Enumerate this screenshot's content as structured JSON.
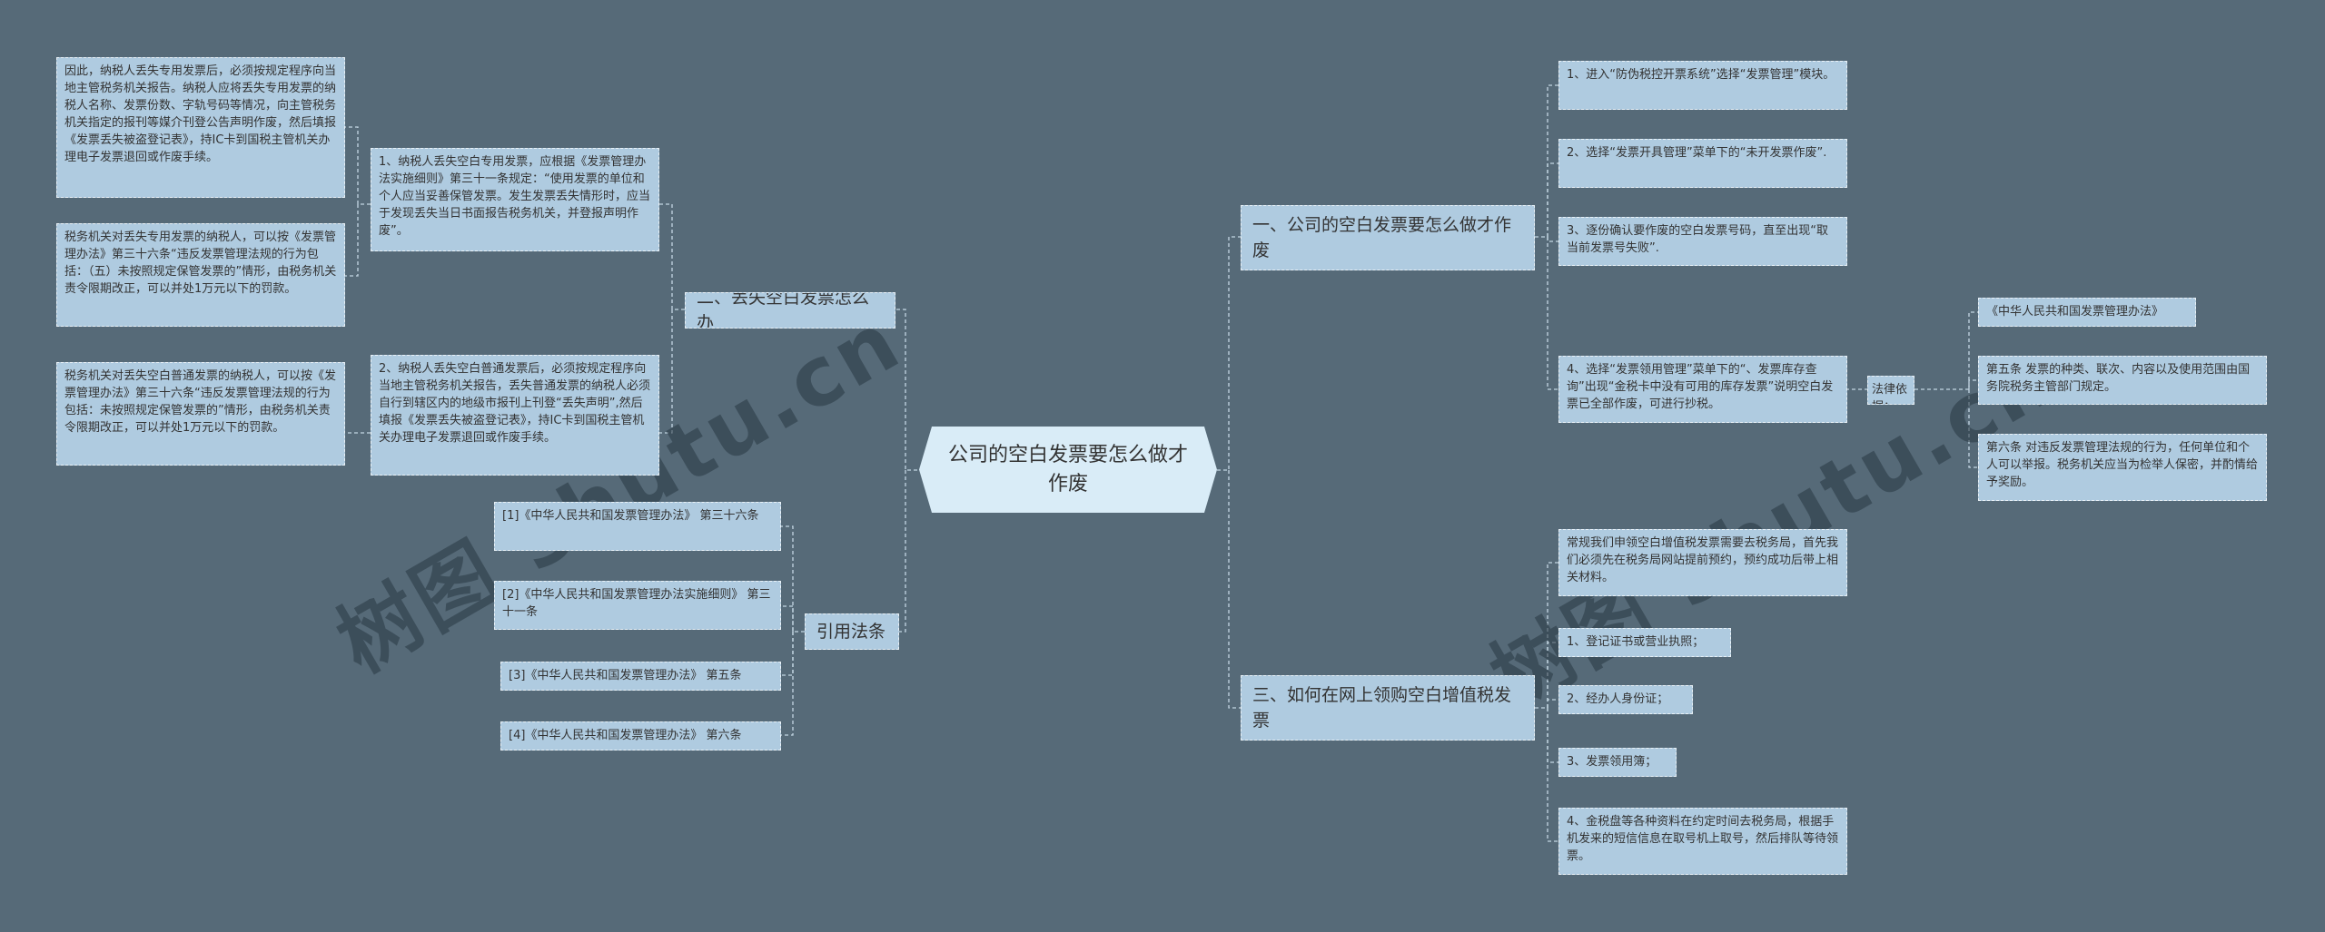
{
  "root": "公司的空白发票要怎么做才作废",
  "watermark": "树图 shutu.cn",
  "left": {
    "lost": {
      "label": "二、丢失空白发票怎么办",
      "item1": "1、纳税人丢失空白专用发票，应根据《发票管理办法实施细则》第三十一条规定：“使用发票的单位和个人应当妥善保管发票。发生发票丢失情形时，应当于发现丢失当日书面报告税务机关，并登报声明作废”。",
      "item1_note1": "因此，纳税人丢失专用发票后，必须按规定程序向当地主管税务机关报告。纳税人应将丢失专用发票的纳税人名称、发票份数、字轨号码等情况，向主管税务机关指定的报刊等媒介刊登公告声明作废，然后填报《发票丢失被盗登记表》，持IC卡到国税主管机关办理电子发票退回或作废手续。",
      "item1_note2": "税务机关对丢失专用发票的纳税人，可以按《发票管理办法》第三十六条“违反发票管理法规的行为包括：（五）未按照规定保管发票的”情形，由税务机关责令限期改正，可以并处1万元以下的罚款。",
      "item2": "2、纳税人丢失空白普通发票后，必须按规定程序向当地主管税务机关报告，丢失普通发票的纳税人必须自行到辖区内的地级市报刊上刊登“丢失声明”,然后填报《发票丢失被盗登记表》，持IC卡到国税主管机关办理电子发票退回或作废手续。",
      "item2_note": "税务机关对丢失空白普通发票的纳税人，可以按《发票管理办法》第三十六条“违反发票管理法规的行为包括：未按照规定保管发票的”情形，由税务机关责令限期改正，可以并处1万元以下的罚款。"
    },
    "refs": {
      "label": "引用法条",
      "items": [
        "[1]《中华人民共和国发票管理办法》 第三十六条",
        "[2]《中华人民共和国发票管理办法实施细则》 第三十一条",
        "[3]《中华人民共和国发票管理办法》 第五条",
        "[4]《中华人民共和国发票管理办法》 第六条"
      ]
    }
  },
  "right": {
    "void": {
      "label": "一、公司的空白发票要怎么做才作废",
      "steps": [
        "1、进入“防伪税控开票系统”选择“发票管理”模块。",
        "2、选择“发票开具管理”菜单下的“未开发票作废”.",
        "3、逐份确认要作废的空白发票号码，直至出现“取当前发票号失败”.",
        "4、选择“发票领用管理”菜单下的“、发票库存查询”出现“金税卡中没有可用的库存发票”说明空白发票已全部作废，可进行抄税。"
      ],
      "legal": {
        "label": "法律依据：",
        "items": [
          "《中华人民共和国发票管理办法》",
          "第五条 发票的种类、联次、内容以及使用范围由国务院税务主管部门规定。",
          "第六条 对违反发票管理法规的行为，任何单位和个人可以举报。税务机关应当为检举人保密，并酌情给予奖励。"
        ]
      }
    },
    "online": {
      "label": "三、如何在网上领购空白增值税发票",
      "items": [
        "常规我们申领空白增值税发票需要去税务局，首先我们必须先在税务局网站提前预约，预约成功后带上相关材料。",
        "1、登记证书或营业执照；",
        "2、经办人身份证；",
        "3、发票领用簿；",
        "4、金税盘等各种资料在约定时间去税务局，根据手机发来的短信信息在取号机上取号，然后排队等待领票。"
      ]
    }
  }
}
